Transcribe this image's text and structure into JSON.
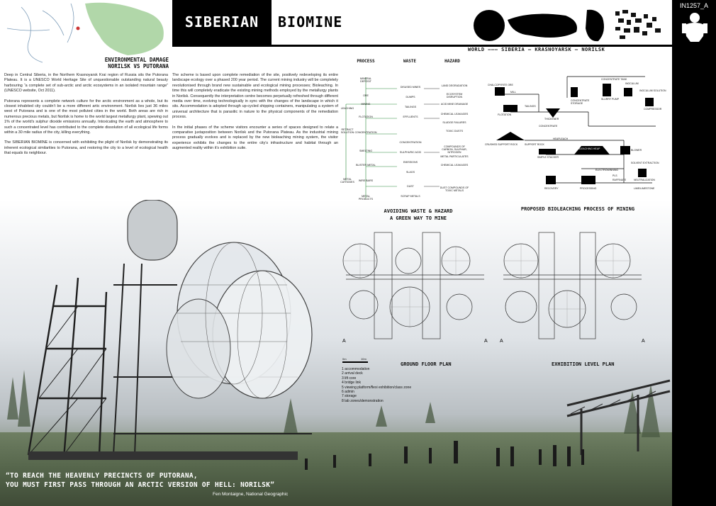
{
  "sheet_id": "IN1257_A",
  "title": {
    "part1": "SIBERIAN",
    "part2": "BIOMINE"
  },
  "map": {
    "caption_line1": "ENVIRONMENTAL DAMAGE",
    "caption_line2": "NORILSK VS PUTORANA"
  },
  "locations": {
    "labels": [
      "WORLD",
      "SIBERIA",
      "KRASNOYARSK",
      "NORILSK"
    ]
  },
  "left_column": {
    "p1": "Deep in Central Siberia, in the Northern Krasnoyarsk Krai region of Russia sits the Putorana Plateau. It is a UNESCO World Heritage Site of unquestionable outstanding natural beauty harbouring “a complete set of sub-arctic and arctic ecosystems in an isolated mountain range” (UNESCO website, Oct 2011).",
    "p2": "Putorana represents a complete network culture for the arctic environment as a whole, but its closest inhabited city couldn’t be a more different artic environment. Norilsk lies just 36 miles west of Putorana and is one of the most polluted cities in the world. Both areas are rich in numerous precious metals, but Norilsk is home to the world largest metallurgy plant, spewing out 1% of the world’s sulphur dioxide emissions annually. Intoxicating the earth and atmosphere to such a concentrated level has contributed to the complete dissolution of all ecological life forms within a 30 mile radius of the city, killing everything.",
    "p3": "The SIBERIAN BIOMINE is concerned with exhibiting the plight of Norilsk by demonstrating its inherent ecological similarities to Putorana, and restoring the city to a level of ecological health that equals its neighbour."
  },
  "mid_column": {
    "p1": "The scheme is based upon complete remediation of the site, positively redeveloping its entire landscape ecology over a phased 200 year period. The current mining industry will be completely revolutionised through brand new sustainable and ecological mining processes; Bioleaching. In time this will completely eradicate the existing mining methods employed by the metallurgy plants in Norilsk. Consequently the interpretation centre becomes perpetually refreshed through different media over time, evolving technologically in sync with the changes of the landscape in which it sits. Accommodation is adopted through up-cycled shipping containers, manipulating a system of universal architecture that is parasitic in nature to the physical components of the remediation process.",
    "p2": "In the initial phases of the scheme visitors encounter a series of spaces designed to relate a comparative juxtaposition between Norilsk and the Putorana Plateau. As the industrial mining process gradually evolves and is replaced by the new bioleaching mining system, the visitor experience exhibits the changes to the entire city’s infrastructure and habitat through an augmented reality within it’s exhibition suite."
  },
  "process_diagram": {
    "headers": [
      "PROCESS",
      "WASTE",
      "HAZARD"
    ],
    "process_steps": [
      "MINERAL DEPOSIT",
      "ORE",
      "MINING",
      "FLOTATION",
      "CONCENTRATION",
      "SMELTING",
      "BLISTER METAL",
      "WIRE BARS",
      "METAL PRODUCTS"
    ],
    "side_steps": [
      "LEACHING",
      "RETRACT SOLUTION",
      "METAL CATHODES"
    ],
    "waste_items": [
      "DISUSED MINES",
      "DUMPS",
      "TAILINGS",
      "EFFLUENTS",
      "CONCENTRATION",
      "SULPHURIC ACID",
      "EMISSIONS",
      "SLAGS",
      "DUST",
      "SCRAP METALS"
    ],
    "hazard_items": [
      "LAND DEGRADATION",
      "ECOSYSTEM DISRUPTION",
      "ACID MINE DRAINAGE",
      "CHEMICAL LEAKAGES",
      "SLUDGE FAILURES",
      "TOXIC DUSTS",
      "COMPOUNDS OF CARBON, SULPHUR, NITROGEN",
      "METAL PARTICULATES",
      "CHEMICAL LEAKAGES",
      "DUST COMPOUNDS OF TOXIC METALS"
    ],
    "caption_line1": "AVOIDING WASTE & HAZARD",
    "caption_line2": "A GREEN WAY TO MINE"
  },
  "bioleach_diagram": {
    "labels": [
      "CHALCOPYRITE ORE",
      "MILL",
      "FLOTATION",
      "TAILINGS",
      "THICKENER",
      "CONCENTRATE",
      "CONCENTRATE STORAGE",
      "SLURRY PUMP",
      "CONCENTRATE TANK",
      "INOCULUM",
      "INOCULUM SOLUTION",
      "COMPRESSOR",
      "CRUSHED SUPPORT ROCK",
      "SUPPORT ROCK",
      "HEAPLEACH",
      "SIMPLE STACKER",
      "BIOLEACHING HEAP",
      "BLOWER",
      "SOLVENT EXTRACTION",
      "ELECTROWINNING",
      "RECOVERY",
      "PROCESSING",
      "PLS",
      "RAFFINATE",
      "NEUTRALIZATION",
      "LIME/LIMESTONE"
    ],
    "caption": "PROPOSED BIOLEACHING PROCESS OF MINING"
  },
  "plans": {
    "ground_caption": "GROUND FLOOR PLAN",
    "exh_caption": "EXHIBITION LEVEL PLAN",
    "section_mark": "A",
    "scale_labels": [
      "0m",
      "10m"
    ],
    "legend": [
      "1  accommodation",
      "2  arrival deck",
      "3  lift core",
      "4  bridge link",
      "5  viewing platform/flexi exhibition/class zone",
      "6  admin",
      "7  storage",
      "8  lab zones/demonstration"
    ]
  },
  "quote": {
    "line1": "“TO REACH THE HEAVENLY PRECINCTS OF PUTORANA,",
    "line2": "YOU MUST FIRST PASS THROUGH AN ARCTIC VERSION OF HELL: NORILSK”",
    "source": "Fen Montaigne, National Geographic"
  },
  "colors": {
    "black": "#000000",
    "white": "#ffffff",
    "map_green": "#a9d3a0"
  }
}
